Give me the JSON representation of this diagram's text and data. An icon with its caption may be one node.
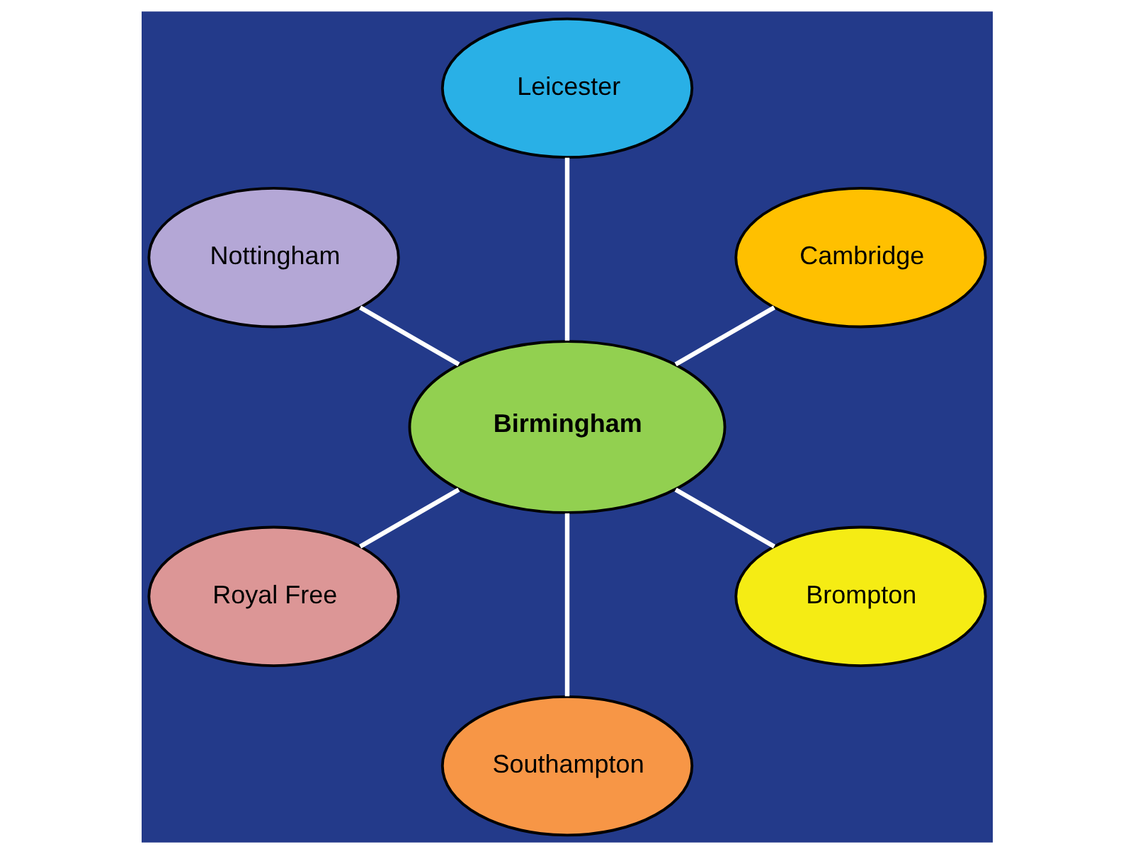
{
  "diagram": {
    "nodes": [
      {
        "text": [
          "Birmingham"
        ]
      },
      {
        "text": [
          "Cambridge"
        ]
      },
      {
        "text": [
          "Leicester"
        ]
      },
      {
        "text": [
          "Nottingham"
        ]
      },
      {
        "text": [
          "Royal Free"
        ]
      },
      {
        "text": [
          "Southampton"
        ]
      },
      {
        "text": [
          "Brompton"
        ]
      }
    ],
    "edges": [
      {
        "from": 0,
        "to": 1,
        "arrow": "none"
      },
      {
        "from": 0,
        "to": 2,
        "arrow": "none"
      },
      {
        "from": 0,
        "to": 3,
        "arrow": "none"
      },
      {
        "from": 0,
        "to": 4,
        "arrow": "none"
      },
      {
        "from": 0,
        "to": 5,
        "arrow": "none"
      },
      {
        "from": 0,
        "to": 6,
        "arrow": "none"
      }
    ]
  }
}
